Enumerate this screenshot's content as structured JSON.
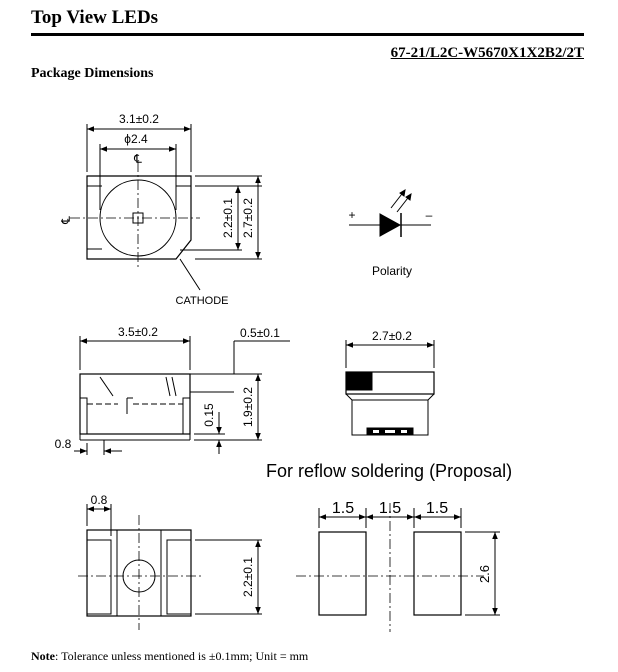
{
  "header": {
    "title": "Top View LEDs",
    "part_number": "67-21/L2C-W5670X1X2B2/2T",
    "section": "Package Dimensions"
  },
  "top_view": {
    "width_dim": "3.1±0.2",
    "lens_dim": "ϕ2.4",
    "inner_height_dim": "2.2±0.1",
    "outer_height_dim": "2.7±0.2",
    "cathode_label": "CATHODE",
    "centerline_symbol": "℄"
  },
  "polarity": {
    "plus": "+",
    "minus": "–",
    "label": "Polarity"
  },
  "side_view": {
    "length_dim": "3.5±0.2",
    "lead_dim": "0.5±0.1",
    "height_dim": "1.9±0.2",
    "thickness_dim": "0.15",
    "lead_offset_dim": "0.8"
  },
  "end_view": {
    "width_dim": "2.7±0.2"
  },
  "reflow": {
    "title": "For reflow soldering (Proposal)",
    "bottom_pad_dim": "0.8",
    "bottom_height_dim": "2.2±0.1",
    "pad_a": "1.5",
    "gap": "1.5",
    "pad_b": "1.5",
    "pad_height": "2.6"
  },
  "note": {
    "label": "Note",
    "text": ": Tolerance unless mentioned is ±0.1mm; Unit = mm"
  }
}
